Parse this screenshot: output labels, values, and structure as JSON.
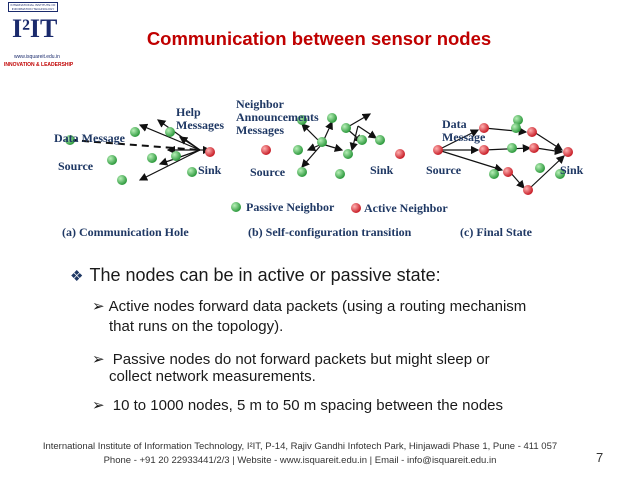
{
  "logo": {
    "box_text": "INTERNATIONAL INSTITUTE OF INFORMATION TECHNOLOGY",
    "main": "I²IT",
    "url": "www.isquareit.edu.in",
    "tagline": "INNOVATION & LEADERSHIP"
  },
  "title": "Communication between sensor nodes",
  "diagram": {
    "a": {
      "help_messages": "Help\nMessages",
      "data_message": "Data Message",
      "source": "Source",
      "sink": "Sink",
      "caption": "(a) Communication Hole"
    },
    "b": {
      "neighbor_announcements": "Neighbor\nAnnouncements\nMessages",
      "source": "Source",
      "sink": "Sink",
      "caption": "(b) Self-configuration transition"
    },
    "c": {
      "data_message": "Data\nMessage",
      "source": "Source",
      "sink": "Sink",
      "caption": "(c) Final State"
    },
    "legend": {
      "passive": "Passive Neighbor",
      "active": "Active Neighbor"
    },
    "colors": {
      "passive": "#5cb85c",
      "active": "#e0303a"
    }
  },
  "content": {
    "bullet": "The nodes can be in active or passive state:",
    "sub1_line1": "Active nodes forward data packets (using a routing mechanism",
    "sub1_line2": "that runs on the topology).",
    "sub2_line1": "Passive nodes do not forward packets but might sleep or",
    "sub2_line2": "collect network measurements.",
    "sub3": "10 to 1000 nodes,  5 m to 50 m spacing between the nodes"
  },
  "footer": {
    "line1": "International Institute of Information Technology, I²IT, P-14, Rajiv Gandhi Infotech Park, Hinjawadi Phase 1, Pune - 411 057",
    "line2": "Phone - +91 20 22933441/2/3 | Website - www.isquareit.edu.in | Email - info@isquareit.edu.in"
  },
  "page_number": "7"
}
